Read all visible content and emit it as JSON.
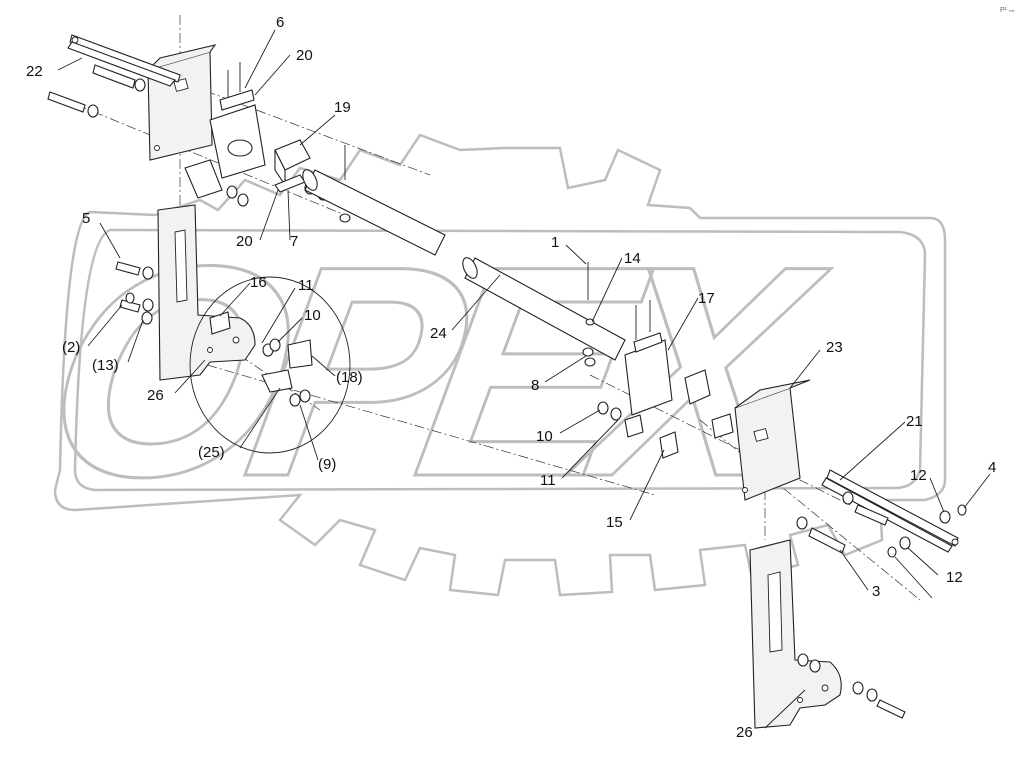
{
  "corner_mark": "P¹ ₙₙ",
  "watermark": {
    "text": "OPEX"
  },
  "callouts": [
    {
      "id": "c22",
      "text": "22"
    },
    {
      "id": "c6",
      "text": "6"
    },
    {
      "id": "c20a",
      "text": "20"
    },
    {
      "id": "c19",
      "text": "19"
    },
    {
      "id": "c5",
      "text": "5"
    },
    {
      "id": "c20b",
      "text": "20"
    },
    {
      "id": "c7",
      "text": "7"
    },
    {
      "id": "c16",
      "text": "16"
    },
    {
      "id": "c11a",
      "text": "11"
    },
    {
      "id": "c10a",
      "text": "10"
    },
    {
      "id": "c2",
      "text": "(2)"
    },
    {
      "id": "c13",
      "text": "(13)"
    },
    {
      "id": "c18",
      "text": "(18)"
    },
    {
      "id": "c26a",
      "text": "26"
    },
    {
      "id": "c25",
      "text": "(25)"
    },
    {
      "id": "c9",
      "text": "(9)"
    },
    {
      "id": "c24",
      "text": "24"
    },
    {
      "id": "c1",
      "text": "1"
    },
    {
      "id": "c14",
      "text": "14"
    },
    {
      "id": "c17",
      "text": "17"
    },
    {
      "id": "c23",
      "text": "23"
    },
    {
      "id": "c8",
      "text": "8"
    },
    {
      "id": "c10b",
      "text": "10"
    },
    {
      "id": "c11b",
      "text": "11"
    },
    {
      "id": "c15",
      "text": "15"
    },
    {
      "id": "c21",
      "text": "21"
    },
    {
      "id": "c12a",
      "text": "12"
    },
    {
      "id": "c4",
      "text": "4"
    },
    {
      "id": "c12b",
      "text": "12"
    },
    {
      "id": "c3",
      "text": "3"
    },
    {
      "id": "c26b",
      "text": "26"
    }
  ]
}
